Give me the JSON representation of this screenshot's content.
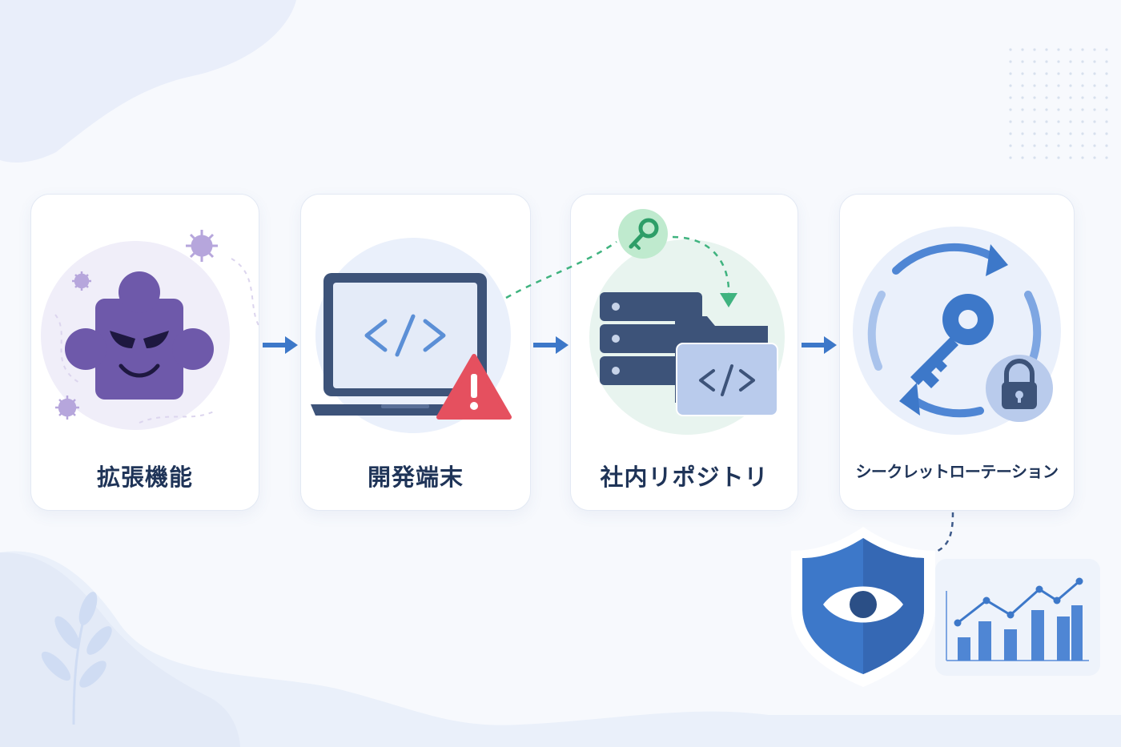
{
  "steps": [
    {
      "id": "extension",
      "label": "拡張機能",
      "icon": "malicious-puzzle-icon"
    },
    {
      "id": "dev-machine",
      "label": "開発端末",
      "icon": "laptop-code-warning-icon"
    },
    {
      "id": "internal-repo",
      "label": "社内リポジトリ",
      "icon": "server-folder-icon"
    },
    {
      "id": "secret-rotation",
      "label": "シークレットローテーション",
      "icon": "key-rotation-lock-icon"
    }
  ],
  "monitoring": {
    "icons": [
      "shield-eye-icon",
      "bar-line-chart-icon"
    ]
  },
  "colors": {
    "purple": "#6e59aa",
    "navy": "#3d5379",
    "blue": "#3d78c9",
    "green": "#3fb37f",
    "red": "#e5505f",
    "text": "#1f3458"
  }
}
